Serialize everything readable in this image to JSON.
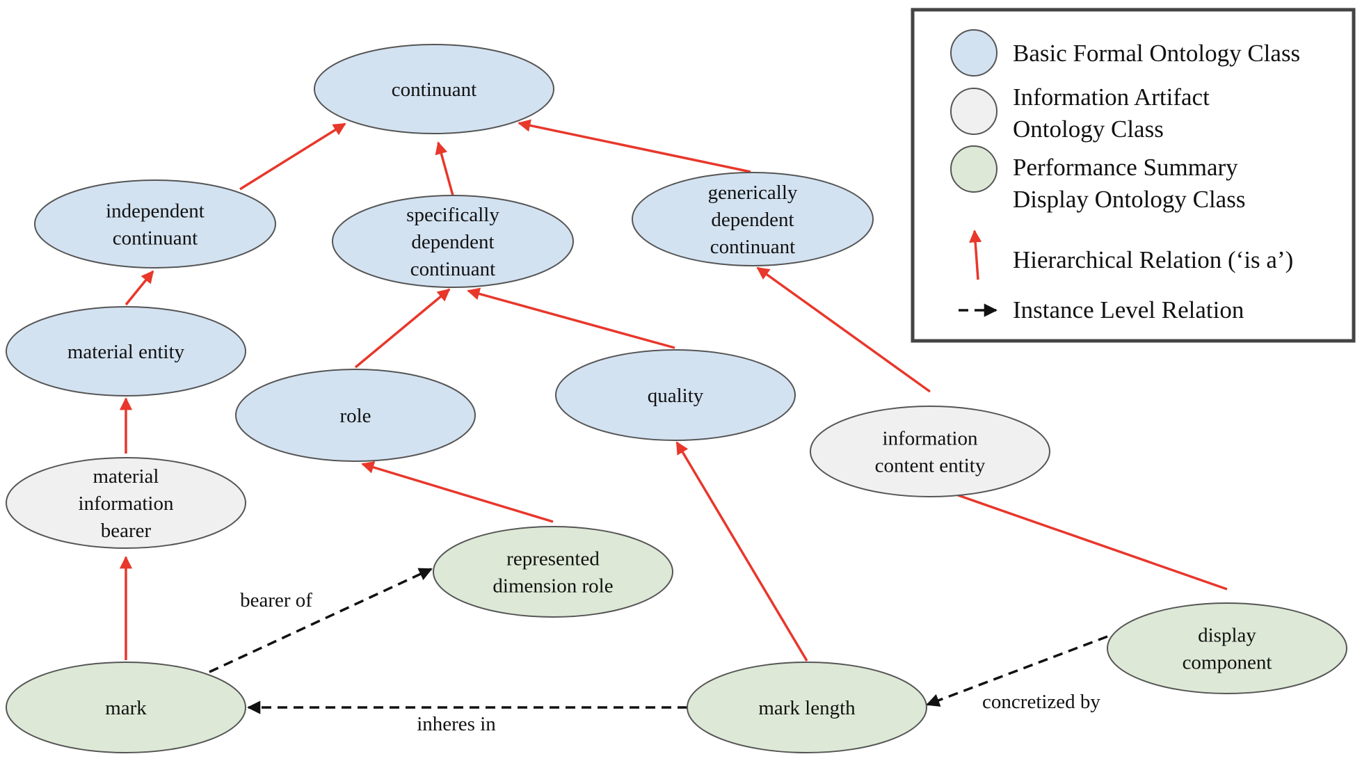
{
  "colors": {
    "bfo": "#d3e2f1",
    "iao": "#f0f0f0",
    "psdo": "#dde9d6",
    "isa": "#e8372b",
    "instance": "#111111"
  },
  "nodes": {
    "continuant": {
      "lines": [
        "continuant"
      ],
      "class": "bfo"
    },
    "independent_continuant": {
      "lines": [
        "independent",
        "continuant"
      ],
      "class": "bfo"
    },
    "specifically_dependent_continuant": {
      "lines": [
        "specifically",
        "dependent",
        "continuant"
      ],
      "class": "bfo"
    },
    "generically_dependent_continuant": {
      "lines": [
        "generically",
        "dependent",
        "continuant"
      ],
      "class": "bfo"
    },
    "material_entity": {
      "lines": [
        "material entity"
      ],
      "class": "bfo"
    },
    "role": {
      "lines": [
        "role"
      ],
      "class": "bfo"
    },
    "quality": {
      "lines": [
        "quality"
      ],
      "class": "bfo"
    },
    "information_content_entity": {
      "lines": [
        "information",
        "content entity"
      ],
      "class": "iao"
    },
    "material_information_bearer": {
      "lines": [
        "material",
        "information",
        "bearer"
      ],
      "class": "iao"
    },
    "represented_dimension_role": {
      "lines": [
        "represented",
        "dimension role"
      ],
      "class": "psdo"
    },
    "display_component": {
      "lines": [
        "display",
        "component"
      ],
      "class": "psdo"
    },
    "mark": {
      "lines": [
        "mark"
      ],
      "class": "psdo"
    },
    "mark_length": {
      "lines": [
        "mark length"
      ],
      "class": "psdo"
    }
  },
  "is_a_edges": [
    {
      "from": "independent_continuant",
      "to": "continuant"
    },
    {
      "from": "specifically_dependent_continuant",
      "to": "continuant"
    },
    {
      "from": "generically_dependent_continuant",
      "to": "continuant"
    },
    {
      "from": "material_entity",
      "to": "independent_continuant"
    },
    {
      "from": "role",
      "to": "specifically_dependent_continuant"
    },
    {
      "from": "quality",
      "to": "specifically_dependent_continuant"
    },
    {
      "from": "information_content_entity",
      "to": "generically_dependent_continuant"
    },
    {
      "from": "material_information_bearer",
      "to": "material_entity"
    },
    {
      "from": "represented_dimension_role",
      "to": "role"
    },
    {
      "from": "display_component",
      "to": "information_content_entity"
    },
    {
      "from": "mark",
      "to": "material_information_bearer"
    },
    {
      "from": "mark_length",
      "to": "quality"
    }
  ],
  "instance_edges": [
    {
      "from": "mark",
      "to": "represented_dimension_role",
      "label": "bearer of"
    },
    {
      "from": "mark_length",
      "to": "mark",
      "label": "inheres in"
    },
    {
      "from": "display_component",
      "to": "mark_length",
      "label": "concretized by"
    }
  ],
  "legend": {
    "bfo": [
      "Basic Formal Ontology Class"
    ],
    "iao": [
      "Information Artifact",
      "Ontology Class"
    ],
    "psdo": [
      "Performance Summary",
      "Display Ontology Class"
    ],
    "isa": [
      "Hierarchical Relation (‘is a’)"
    ],
    "instance": [
      "Instance Level Relation"
    ]
  }
}
